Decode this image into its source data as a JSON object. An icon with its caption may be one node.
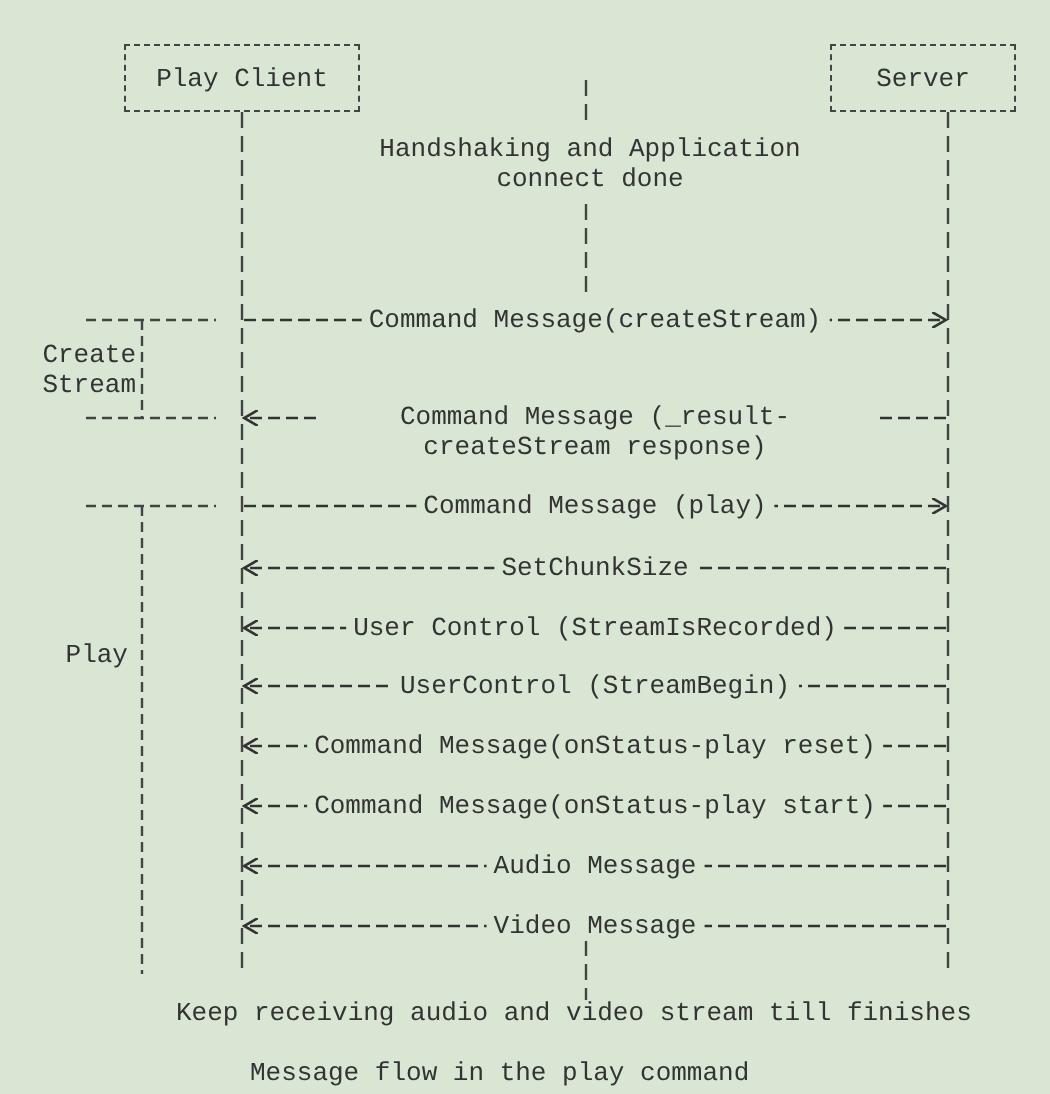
{
  "diagram": {
    "caption": "Message flow in the play command",
    "nodes": [
      {
        "text": [
          "Play Client"
        ]
      },
      {
        "text": [
          "Server"
        ]
      }
    ],
    "edges": [
      {
        "from": 0,
        "to": 1,
        "arrow": "to",
        "label": "Command Message(createStream)"
      },
      {
        "from": 1,
        "to": 0,
        "arrow": "to",
        "label": "Command Message (_result- createStream response)"
      },
      {
        "from": 0,
        "to": 1,
        "arrow": "to",
        "label": "Command Message (play)"
      },
      {
        "from": 1,
        "to": 0,
        "arrow": "to",
        "label": "SetChunkSize"
      },
      {
        "from": 1,
        "to": 0,
        "arrow": "to",
        "label": "User Control (StreamIsRecorded)"
      },
      {
        "from": 1,
        "to": 0,
        "arrow": "to",
        "label": "UserControl (StreamBegin)"
      },
      {
        "from": 1,
        "to": 0,
        "arrow": "to",
        "label": "Command Message(onStatus-play reset)"
      },
      {
        "from": 1,
        "to": 0,
        "arrow": "to",
        "label": "Command Message(onStatus-play start)"
      },
      {
        "from": 1,
        "to": 0,
        "arrow": "to",
        "label": "Audio Message"
      },
      {
        "from": 1,
        "to": 0,
        "arrow": "to",
        "label": "Video Message"
      }
    ],
    "labels": [
      "Handshaking and Application connect done",
      "Create Stream",
      "Play",
      "Keep receiving audio and video stream till finishes"
    ]
  }
}
